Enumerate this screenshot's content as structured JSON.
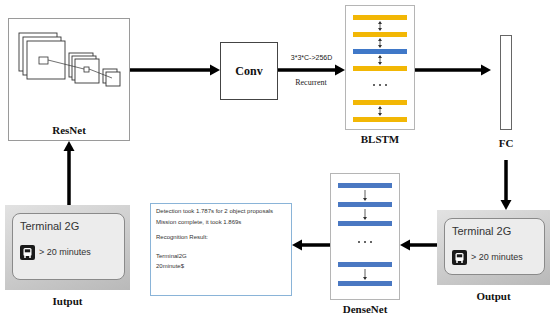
{
  "diagram": {
    "nodes": [
      {
        "text": [
          "ResNet"
        ]
      },
      {
        "text": [
          "Conv"
        ]
      },
      {
        "text": [
          "BLSTM"
        ]
      },
      {
        "text": [
          "FC"
        ]
      },
      {
        "text": [
          "Terminal 2G",
          "> 20 minutes",
          "Output"
        ]
      },
      {
        "text": [
          "DenseNet"
        ]
      },
      {
        "text": [
          "Detection took 1.787s for 2 object proposals",
          "Mission complete, it took 1.869s",
          "Recognition Result:",
          "Terminal2G",
          "20minute$"
        ]
      },
      {
        "text": [
          "Terminal 2G",
          "> 20 minutes",
          "Iutput"
        ]
      }
    ],
    "edges": [
      {
        "from": 0,
        "to": 1,
        "arrow": "to"
      },
      {
        "from": 1,
        "to": 2,
        "label": "3*3*C->256D",
        "arrow": "to"
      },
      {
        "from": 2,
        "to": 3,
        "arrow": "to"
      },
      {
        "from": 3,
        "to": 4,
        "arrow": "to"
      },
      {
        "from": 4,
        "to": 5,
        "arrow": "to"
      },
      {
        "from": 5,
        "to": 6,
        "arrow": "to"
      },
      {
        "from": 7,
        "to": 0,
        "arrow": "to"
      }
    ],
    "labels": [
      "Recurrent"
    ]
  }
}
